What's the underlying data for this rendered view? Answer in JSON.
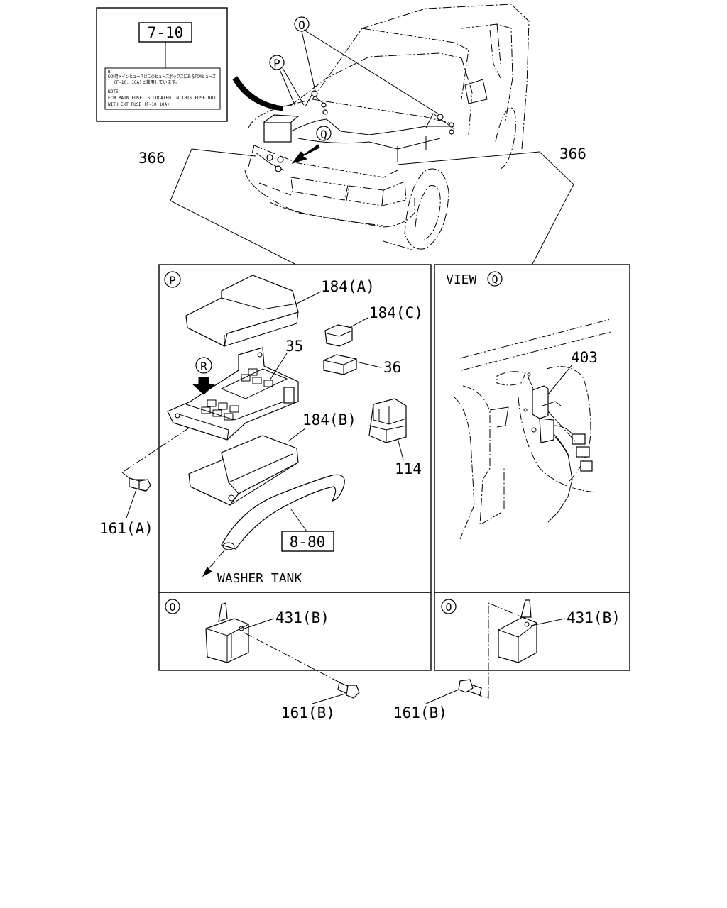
{
  "ref_boxes": {
    "top_ref": "7-10",
    "hose_ref": "8-80"
  },
  "note_panel": {
    "marker": "B",
    "jp_line1": "ECM用メインヒューズはこのヒューズボックスにあるTCMヒューズ",
    "jp_line2": "(F-10, 10A)と兼用しています。",
    "note_title": "NOTE",
    "en_line1": "ECM MAIN FUSE IS LOCATED IN THIS FUSE BOX",
    "en_line2": "WITH EXT FUSE (F-10,10A)"
  },
  "circle_markers": {
    "o": "O",
    "p": "P",
    "q": "Q",
    "r": "R"
  },
  "parts": {
    "harness_left": "366",
    "harness_right": "366",
    "box_cover": "184(A)",
    "box_lower": "184(B)",
    "box_cap": "184(C)",
    "fuse_35": "35",
    "fuse_36": "36",
    "relay": "114",
    "sensor": "403",
    "bolt_a": "161(A)",
    "bolt_b_left": "161(B)",
    "bolt_b_right": "161(B)",
    "relay_431_left": "431(B)",
    "relay_431_right": "431(B)"
  },
  "view_label": "VIEW",
  "washer_label": "WASHER TANK"
}
